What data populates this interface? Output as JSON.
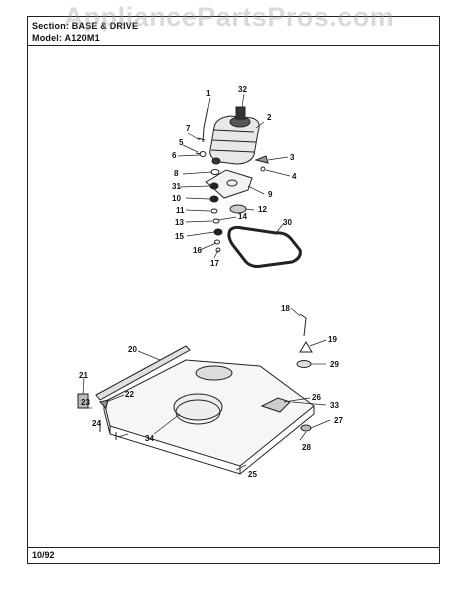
{
  "header": {
    "section_line": "Section: BASE & DRIVE",
    "model_line": "Model: A120M1"
  },
  "watermark": "AppliancePartsPros.com",
  "footer": {
    "date": "10/92"
  },
  "callouts": [
    "1",
    "2",
    "3",
    "4",
    "5",
    "6",
    "7",
    "8",
    "9",
    "10",
    "11",
    "12",
    "13",
    "14",
    "15",
    "16",
    "17",
    "18",
    "19",
    "20",
    "21",
    "22",
    "23",
    "24",
    "25",
    "26",
    "27",
    "28",
    "29",
    "30",
    "31",
    "32",
    "33",
    "34"
  ]
}
